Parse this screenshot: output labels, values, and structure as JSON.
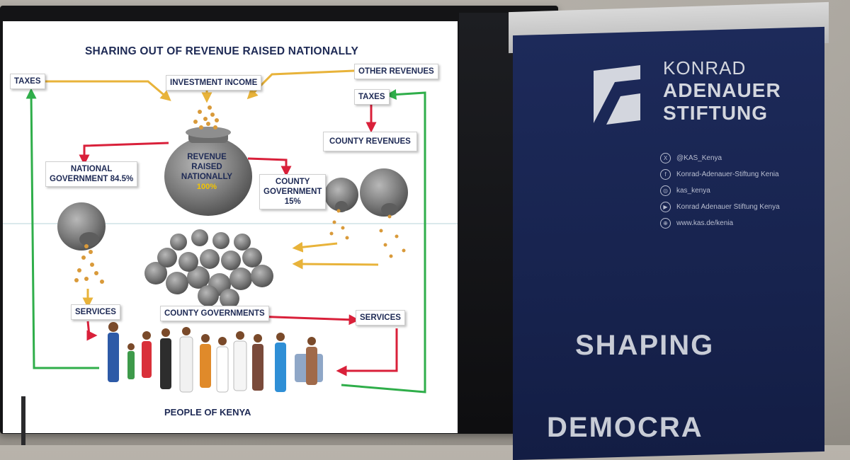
{
  "slide": {
    "title": "SHARING OUT OF REVENUE RAISED NATIONALLY",
    "boxes": {
      "taxes_left": "TAXES",
      "investment_income": "INVESTMENT INCOME",
      "other_revenues": "OTHER REVENUES",
      "taxes_right": "TAXES",
      "county_revenues": "COUNTY REVENUES",
      "national_government_l1": "NATIONAL",
      "national_government_l2": "GOVERNMENT 84.5%",
      "county_government_l1": "COUNTY",
      "county_government_l2": "GOVERNMENT",
      "county_government_l3": "15%",
      "services_left": "SERVICES",
      "county_governments": "COUNTY GOVERNMENTS",
      "services_right": "SERVICES"
    },
    "pot": {
      "line1": "REVENUE",
      "line2": "RAISED NATIONALLY",
      "percent": "100%"
    },
    "footer": "PEOPLE OF KENYA",
    "colors": {
      "gold_arrow": "#e8b33a",
      "red_arrow": "#d9203a",
      "green_arrow": "#2fae4a",
      "text": "#1e2a55"
    }
  },
  "banner": {
    "name_line1": "KONRAD",
    "name_line2": "ADENAUER",
    "name_line3": "STIFTUNG",
    "social": [
      {
        "icon": "x-icon",
        "glyph": "X",
        "text": "@KAS_Kenya"
      },
      {
        "icon": "facebook-icon",
        "glyph": "f",
        "text": "Konrad-Adenauer-Stiftung Kenia"
      },
      {
        "icon": "instagram-icon",
        "glyph": "◎",
        "text": "kas_kenya"
      },
      {
        "icon": "youtube-icon",
        "glyph": "▶",
        "text": "Konrad Adenauer Stiftung Kenya"
      },
      {
        "icon": "web-icon",
        "glyph": "⊕",
        "text": "www.kas.de/kenia"
      }
    ],
    "slogan1": "SHAPING",
    "slogan2": "DEMOCRA"
  }
}
